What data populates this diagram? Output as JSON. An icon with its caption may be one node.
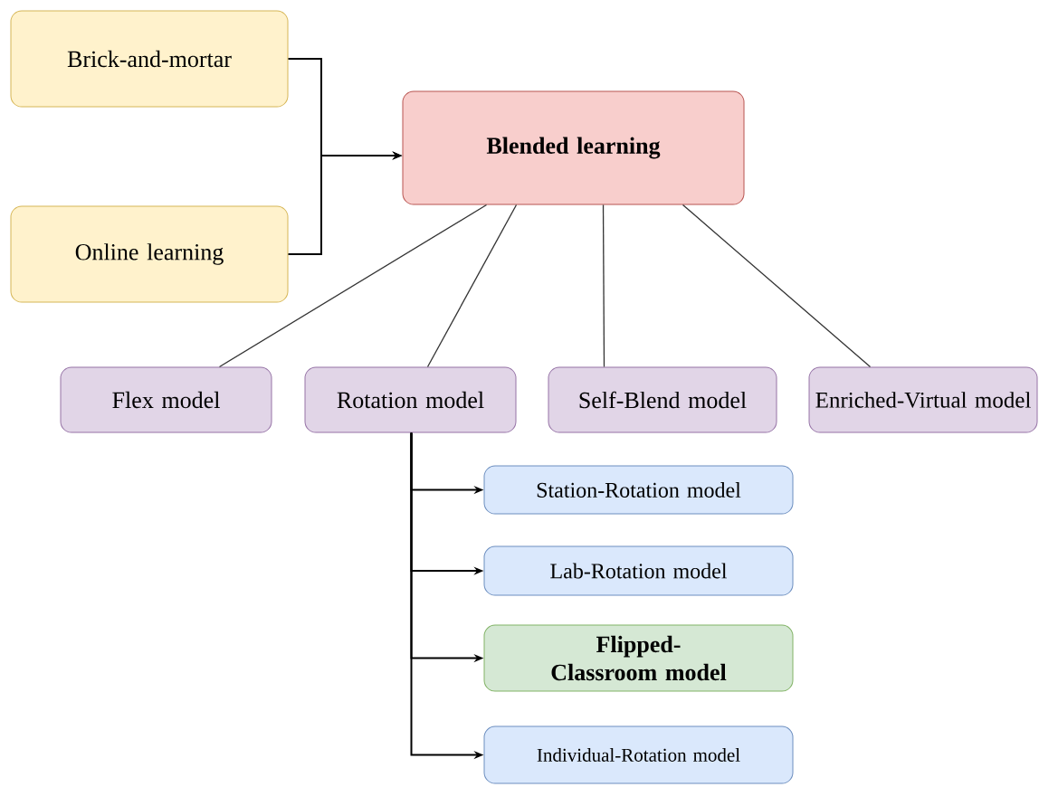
{
  "diagram": {
    "nodes": [
      {
        "text": [
          "Brick-and-mortar"
        ]
      },
      {
        "text": [
          "Online learning"
        ]
      },
      {
        "text": [
          "Blended learning"
        ]
      },
      {
        "text": [
          "Flex model"
        ]
      },
      {
        "text": [
          "Rotation model"
        ]
      },
      {
        "text": [
          "Self-Blend model"
        ]
      },
      {
        "text": [
          "Enriched-Virtual model"
        ]
      },
      {
        "text": [
          "Station-Rotation model"
        ]
      },
      {
        "text": [
          "Lab-Rotation model"
        ]
      },
      {
        "text": [
          "Flipped-Classroom model"
        ]
      },
      {
        "text": [
          "Individual-Rotation model"
        ]
      }
    ],
    "edges": [
      {
        "from": 0,
        "to": 2,
        "arrow": "to"
      },
      {
        "from": 1,
        "to": 2,
        "arrow": "to"
      },
      {
        "from": 2,
        "to": 3,
        "arrow": "none"
      },
      {
        "from": 2,
        "to": 4,
        "arrow": "none"
      },
      {
        "from": 2,
        "to": 5,
        "arrow": "none"
      },
      {
        "from": 2,
        "to": 6,
        "arrow": "none"
      },
      {
        "from": 4,
        "to": 7,
        "arrow": "to"
      },
      {
        "from": 4,
        "to": 8,
        "arrow": "to"
      },
      {
        "from": 4,
        "to": 9,
        "arrow": "to"
      },
      {
        "from": 4,
        "to": 10,
        "arrow": "to"
      }
    ]
  }
}
